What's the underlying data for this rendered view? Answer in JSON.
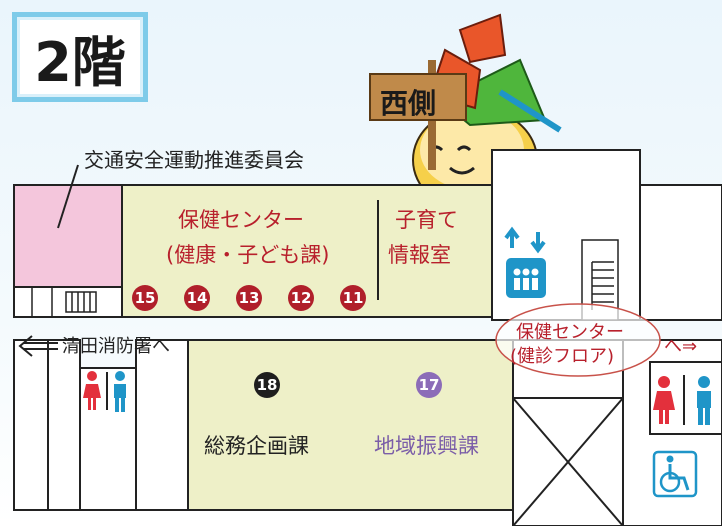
{
  "floor": {
    "label": "2階"
  },
  "sign": {
    "label": "西側"
  },
  "rooms": {
    "traffic_committee": "交通安全運動推進委員会",
    "health_center_line1": "保健センター",
    "health_center_line2": "(健康・子ども課)",
    "childcare_line1": "子育て",
    "childcare_line2": "情報室",
    "general_affairs": "総務企画課",
    "regional_promotion": "地域振興課"
  },
  "counters": {
    "health": [
      "15",
      "14",
      "13",
      "12",
      "11"
    ],
    "general_affairs": "18",
    "regional_promotion": "17"
  },
  "directions": {
    "fire_station": "清田消防署へ",
    "checkup_floor_line1": "保健センター",
    "checkup_floor_line2": "(健診フロア)",
    "checkup_arrow": "へ⇒"
  },
  "icons": [
    "elevator-icon",
    "restroom-icon",
    "wheelchair-icon"
  ],
  "colors": {
    "health_room": "#eef0c8",
    "committee_room": "#f4c6dc",
    "counter_red": "#b01f2a",
    "counter_purple": "#8c6cb8",
    "accent_blue": "#1f95c8",
    "sign_wood": "#b07a3c"
  }
}
